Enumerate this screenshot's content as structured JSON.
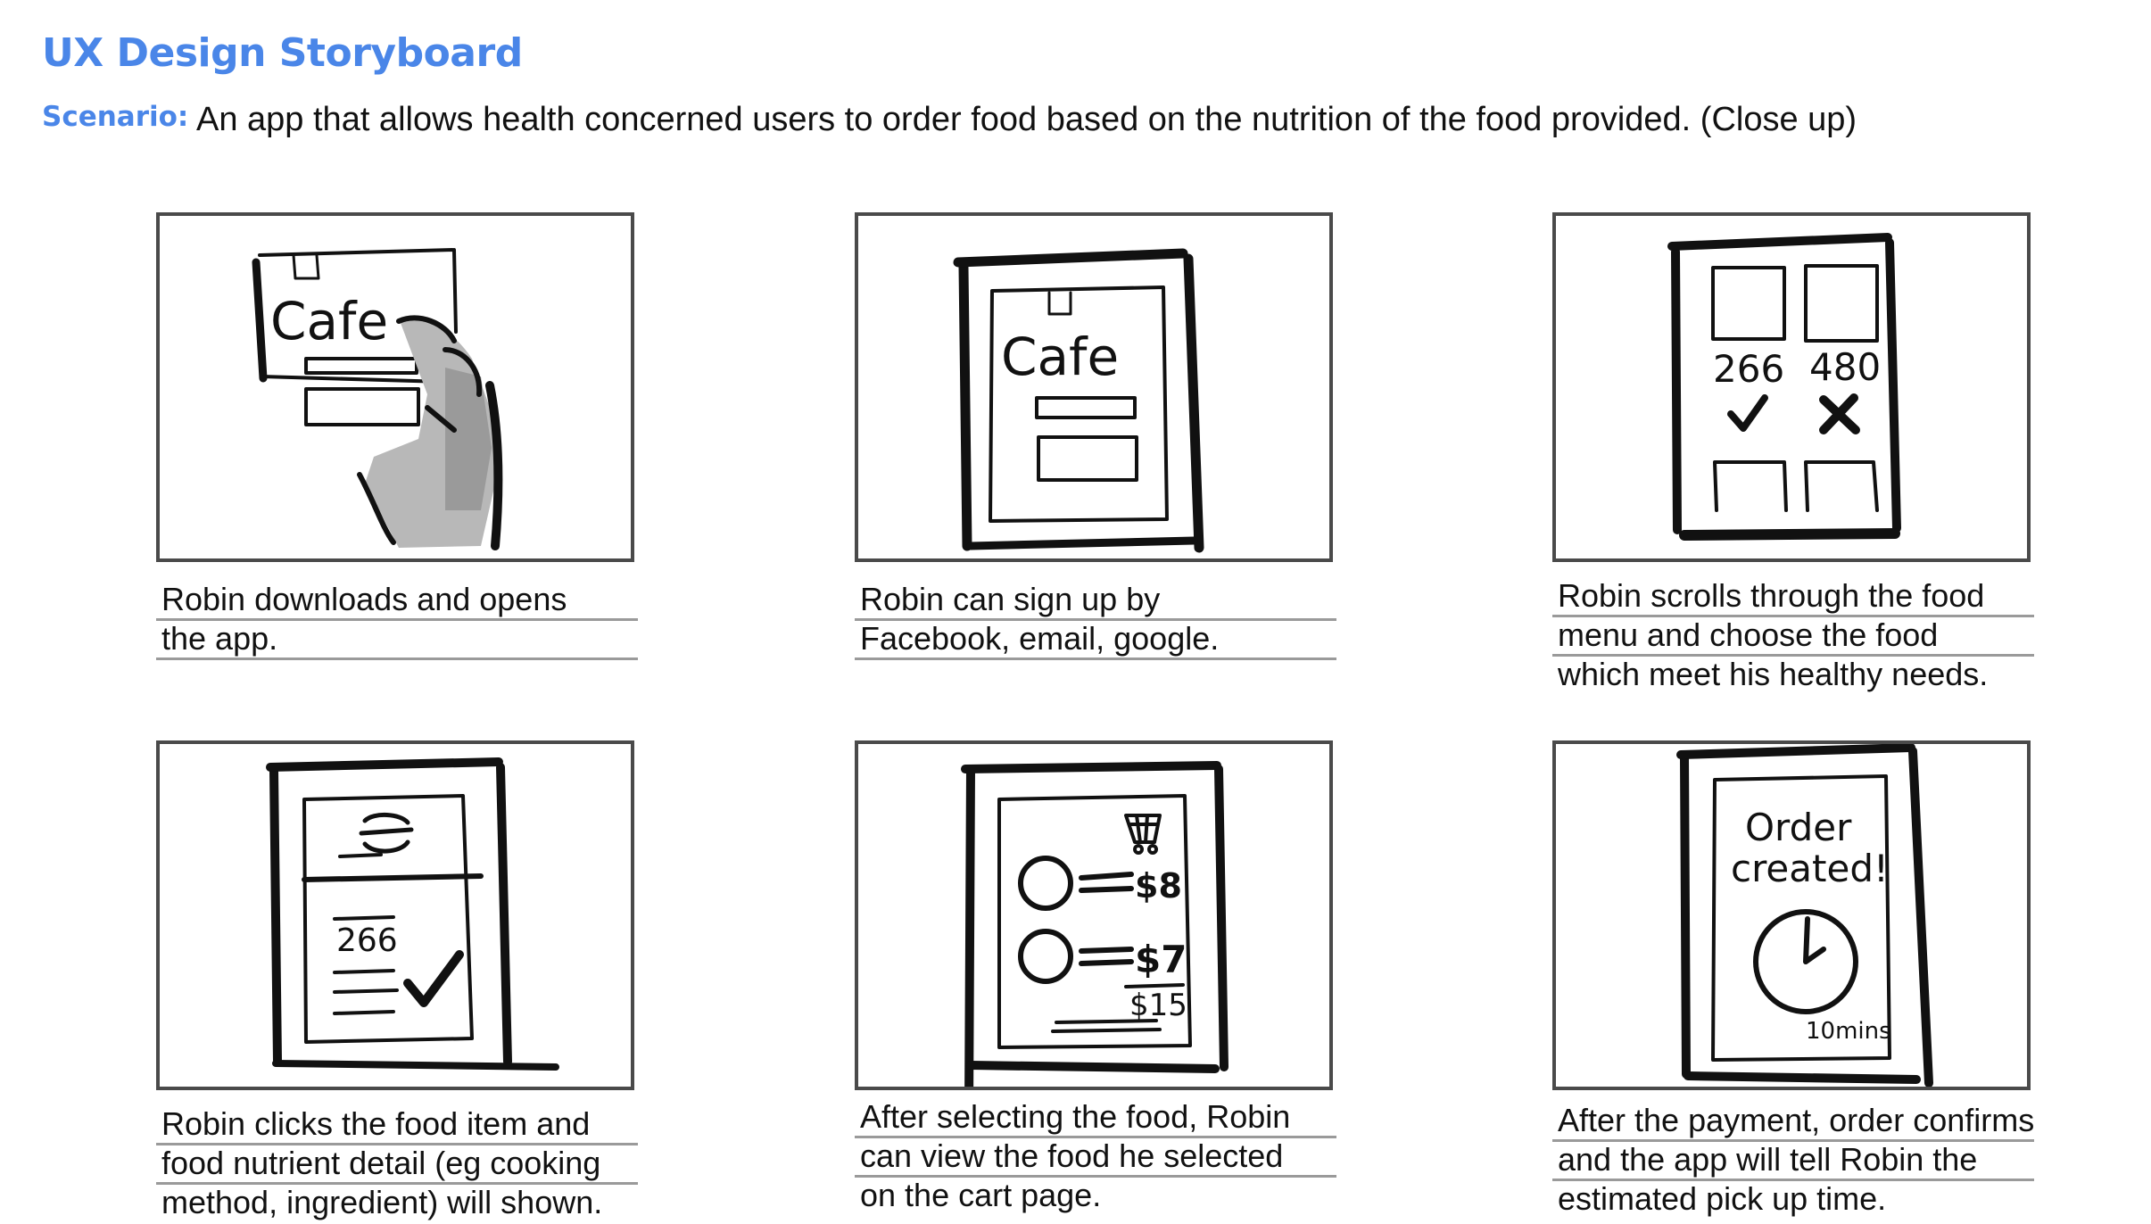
{
  "header": {
    "title": "UX Design Storyboard",
    "scenario_label": "Scenario:",
    "scenario_text": "An app that allows health concerned users to order food based on the nutrition of the food provided. (Close up)"
  },
  "colors": {
    "title_blue": "#4a86e8",
    "frame_border": "#4a4a4a",
    "caption_rule": "#9a9a9a",
    "ink": "#111111"
  },
  "panels": [
    {
      "caption_lines": [
        "Robin downloads and opens",
        "the app."
      ],
      "sketch": {
        "app_name": "Cafe"
      }
    },
    {
      "caption_lines": [
        "Robin can sign up by",
        "Facebook, email, google."
      ],
      "sketch": {
        "app_name": "Cafe"
      }
    },
    {
      "caption_lines": [
        "Robin scrolls through the food",
        "menu and choose the food",
        "which meet his healthy needs."
      ],
      "sketch": {
        "value_left": "266",
        "value_right": "480"
      }
    },
    {
      "caption_lines": [
        "Robin clicks the food item and",
        "food nutrient detail (eg cooking",
        "method, ingredient) will shown."
      ],
      "sketch": {
        "value": "266"
      }
    },
    {
      "caption_lines": [
        "After selecting the food, Robin",
        "can view the food he selected",
        "on the cart page."
      ],
      "sketch": {
        "price_1": "$8",
        "price_2": "$7",
        "total": "$15"
      }
    },
    {
      "caption_lines": [
        "After the payment, order confirms",
        "and the app will tell Robin the",
        "estimated pick up time."
      ],
      "sketch": {
        "line_1": "Order",
        "line_2": "created!",
        "time": "10mins"
      }
    }
  ]
}
